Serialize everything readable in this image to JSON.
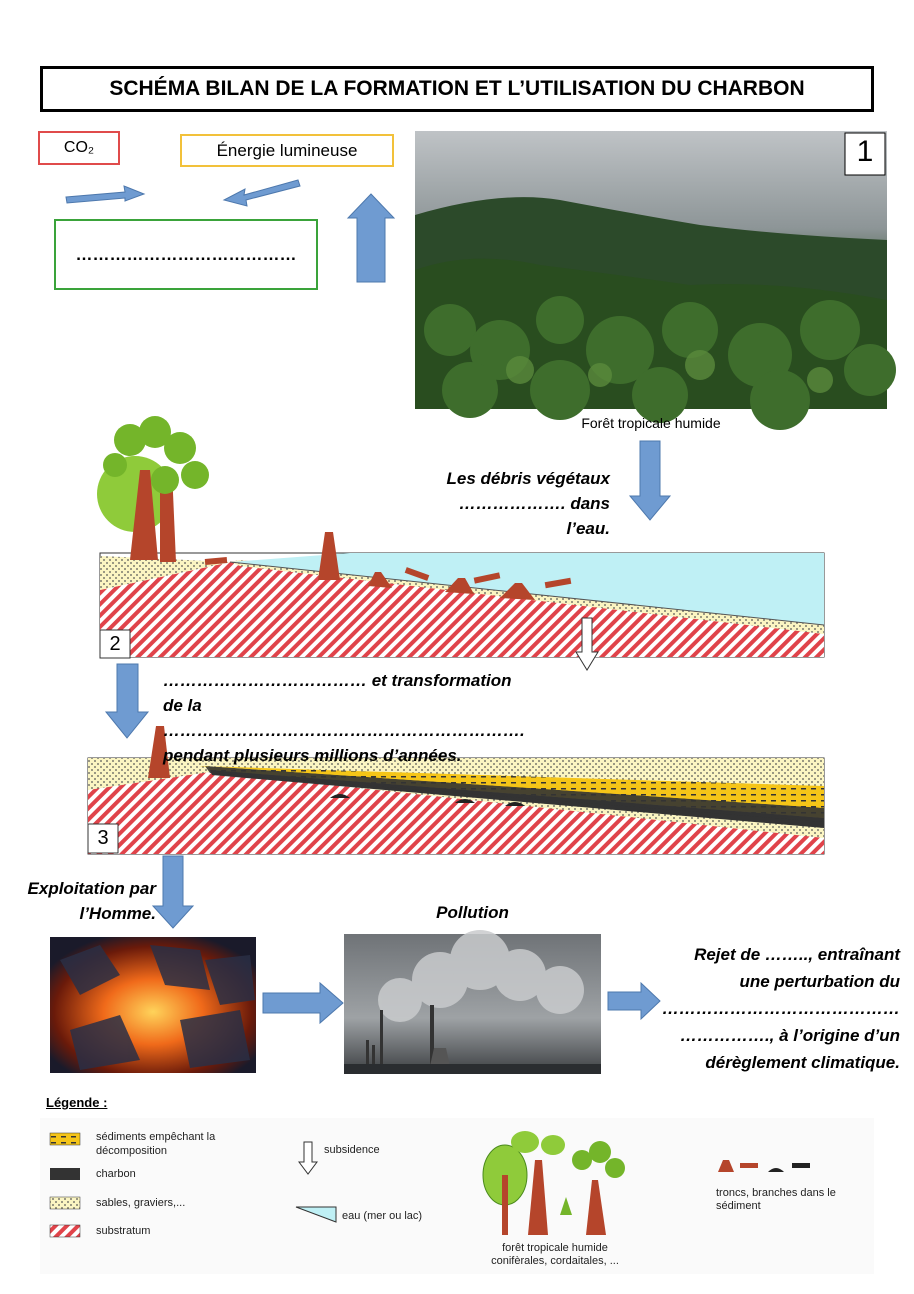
{
  "title": "SCHÉMA BILAN DE LA FORMATION ET L’UTILISATION DU CHARBON",
  "top": {
    "co2": "CO₂",
    "energy": "Énergie lumineuse",
    "blank": "…………………………………",
    "forest_number": "1",
    "forest_caption": "Forêt tropicale humide"
  },
  "step2": {
    "number": "2",
    "text_line1": "Les débris végétaux",
    "text_line2": "………………. dans",
    "text_line3": "l’eau."
  },
  "step3": {
    "number": "3",
    "text_line1": "……………………………… et transformation",
    "text_line2": "de la ……………………………………………………….",
    "text_line3": "pendant plusieurs millions d’années."
  },
  "bottom": {
    "exploitation_line1": "Exploitation par",
    "exploitation_line2": "l’Homme.",
    "pollution": "Pollution",
    "rejet_line1": "Rejet de …….., entraînant",
    "rejet_line2": "une perturbation du",
    "rejet_line3": "……………………………………",
    "rejet_line4": "……………., à l’origine d’un",
    "rejet_line5": "dérèglement climatique."
  },
  "legend": {
    "heading": "Légende :",
    "sediments": "sédiments empêchant la décomposition",
    "charbon": "charbon",
    "sables": "sables, graviers,...",
    "substratum": "substratum",
    "subsidence": "subsidence",
    "eau": "eau (mer ou lac)",
    "foret_line1": "forêt tropicale humide",
    "foret_line2": "conifèrales, cordaitales, ...",
    "troncs_line1": "troncs, branches dans le",
    "troncs_line2": "sédiment"
  },
  "colors": {
    "arrow": "#6f9bd1",
    "co2_border": "#e04b4b",
    "energy_border": "#f2c13a",
    "blank_border": "#3aa33a",
    "water": "#bff0f5",
    "sand": "#fbf5c2",
    "coal": "#333333",
    "sediment_yellow": "#f5c518",
    "substratum_red": "#e0434a"
  }
}
